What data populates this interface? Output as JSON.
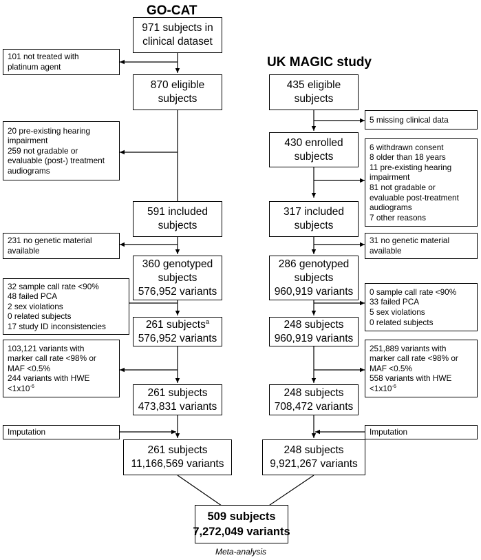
{
  "titles": {
    "left": "GO-CAT",
    "right": "UK MAGIC study"
  },
  "left": {
    "boxes": [
      [
        "971 subjects in",
        "clinical dataset"
      ],
      [
        "870 eligible",
        "subjects"
      ],
      [
        "591 included",
        "subjects"
      ],
      [
        "360 genotyped",
        "subjects",
        "576,952 variants"
      ],
      [
        "261 subjects",
        "576,952 variants"
      ],
      [
        "261 subjects",
        "473,831 variants"
      ],
      [
        "261 subjects",
        "11,166,569 variants"
      ]
    ],
    "boxes_sup": {
      "4": "a"
    },
    "side": [
      [
        "101 not treated with",
        "platinum agent"
      ],
      [
        "20 pre-existing hearing",
        "impairment",
        "259 not gradable or",
        "evaluable (post-) treatment",
        "audiograms"
      ],
      [
        "231 no genetic material",
        "available"
      ],
      [
        "32 sample call rate <90%",
        "48 failed PCA",
        "2 sex violations",
        "0 related subjects",
        "17 study ID inconsistencies"
      ],
      [
        "103,121 variants with",
        "marker call rate <98% or",
        "MAF <0.5%",
        "244 variants with HWE",
        "<1x10"
      ],
      [
        "Imputation"
      ]
    ]
  },
  "right": {
    "boxes": [
      [
        "435 eligible",
        "subjects"
      ],
      [
        "430 enrolled",
        "subjects"
      ],
      [
        "317 included",
        "subjects"
      ],
      [
        "286 genotyped",
        "subjects",
        "960,919 variants"
      ],
      [
        "248 subjects",
        "960,919 variants"
      ],
      [
        "248 subjects",
        "708,472 variants"
      ],
      [
        "248 subjects",
        "9,921,267 variants"
      ]
    ],
    "side": [
      [
        "5 missing clinical data"
      ],
      [
        "6 withdrawn consent",
        "8 older than 18 years",
        "11 pre-existing hearing",
        "impairment",
        "81 not gradable or",
        "evaluable post-treatment",
        "audiograms",
        "7 other reasons"
      ],
      [
        "31 no genetic material",
        "available"
      ],
      [
        "0 sample call rate <90%",
        "33 failed PCA",
        "5 sex violations",
        "0 related subjects"
      ],
      [
        "251,889 variants with",
        "marker call rate <98% or",
        "MAF <0.5%",
        "558 variants with HWE",
        "<1x10"
      ],
      [
        "Imputation"
      ]
    ]
  },
  "exponent": "-6",
  "final": {
    "lines": [
      "509 subjects",
      "7,272,049 variants"
    ],
    "caption": "Meta-analysis"
  }
}
